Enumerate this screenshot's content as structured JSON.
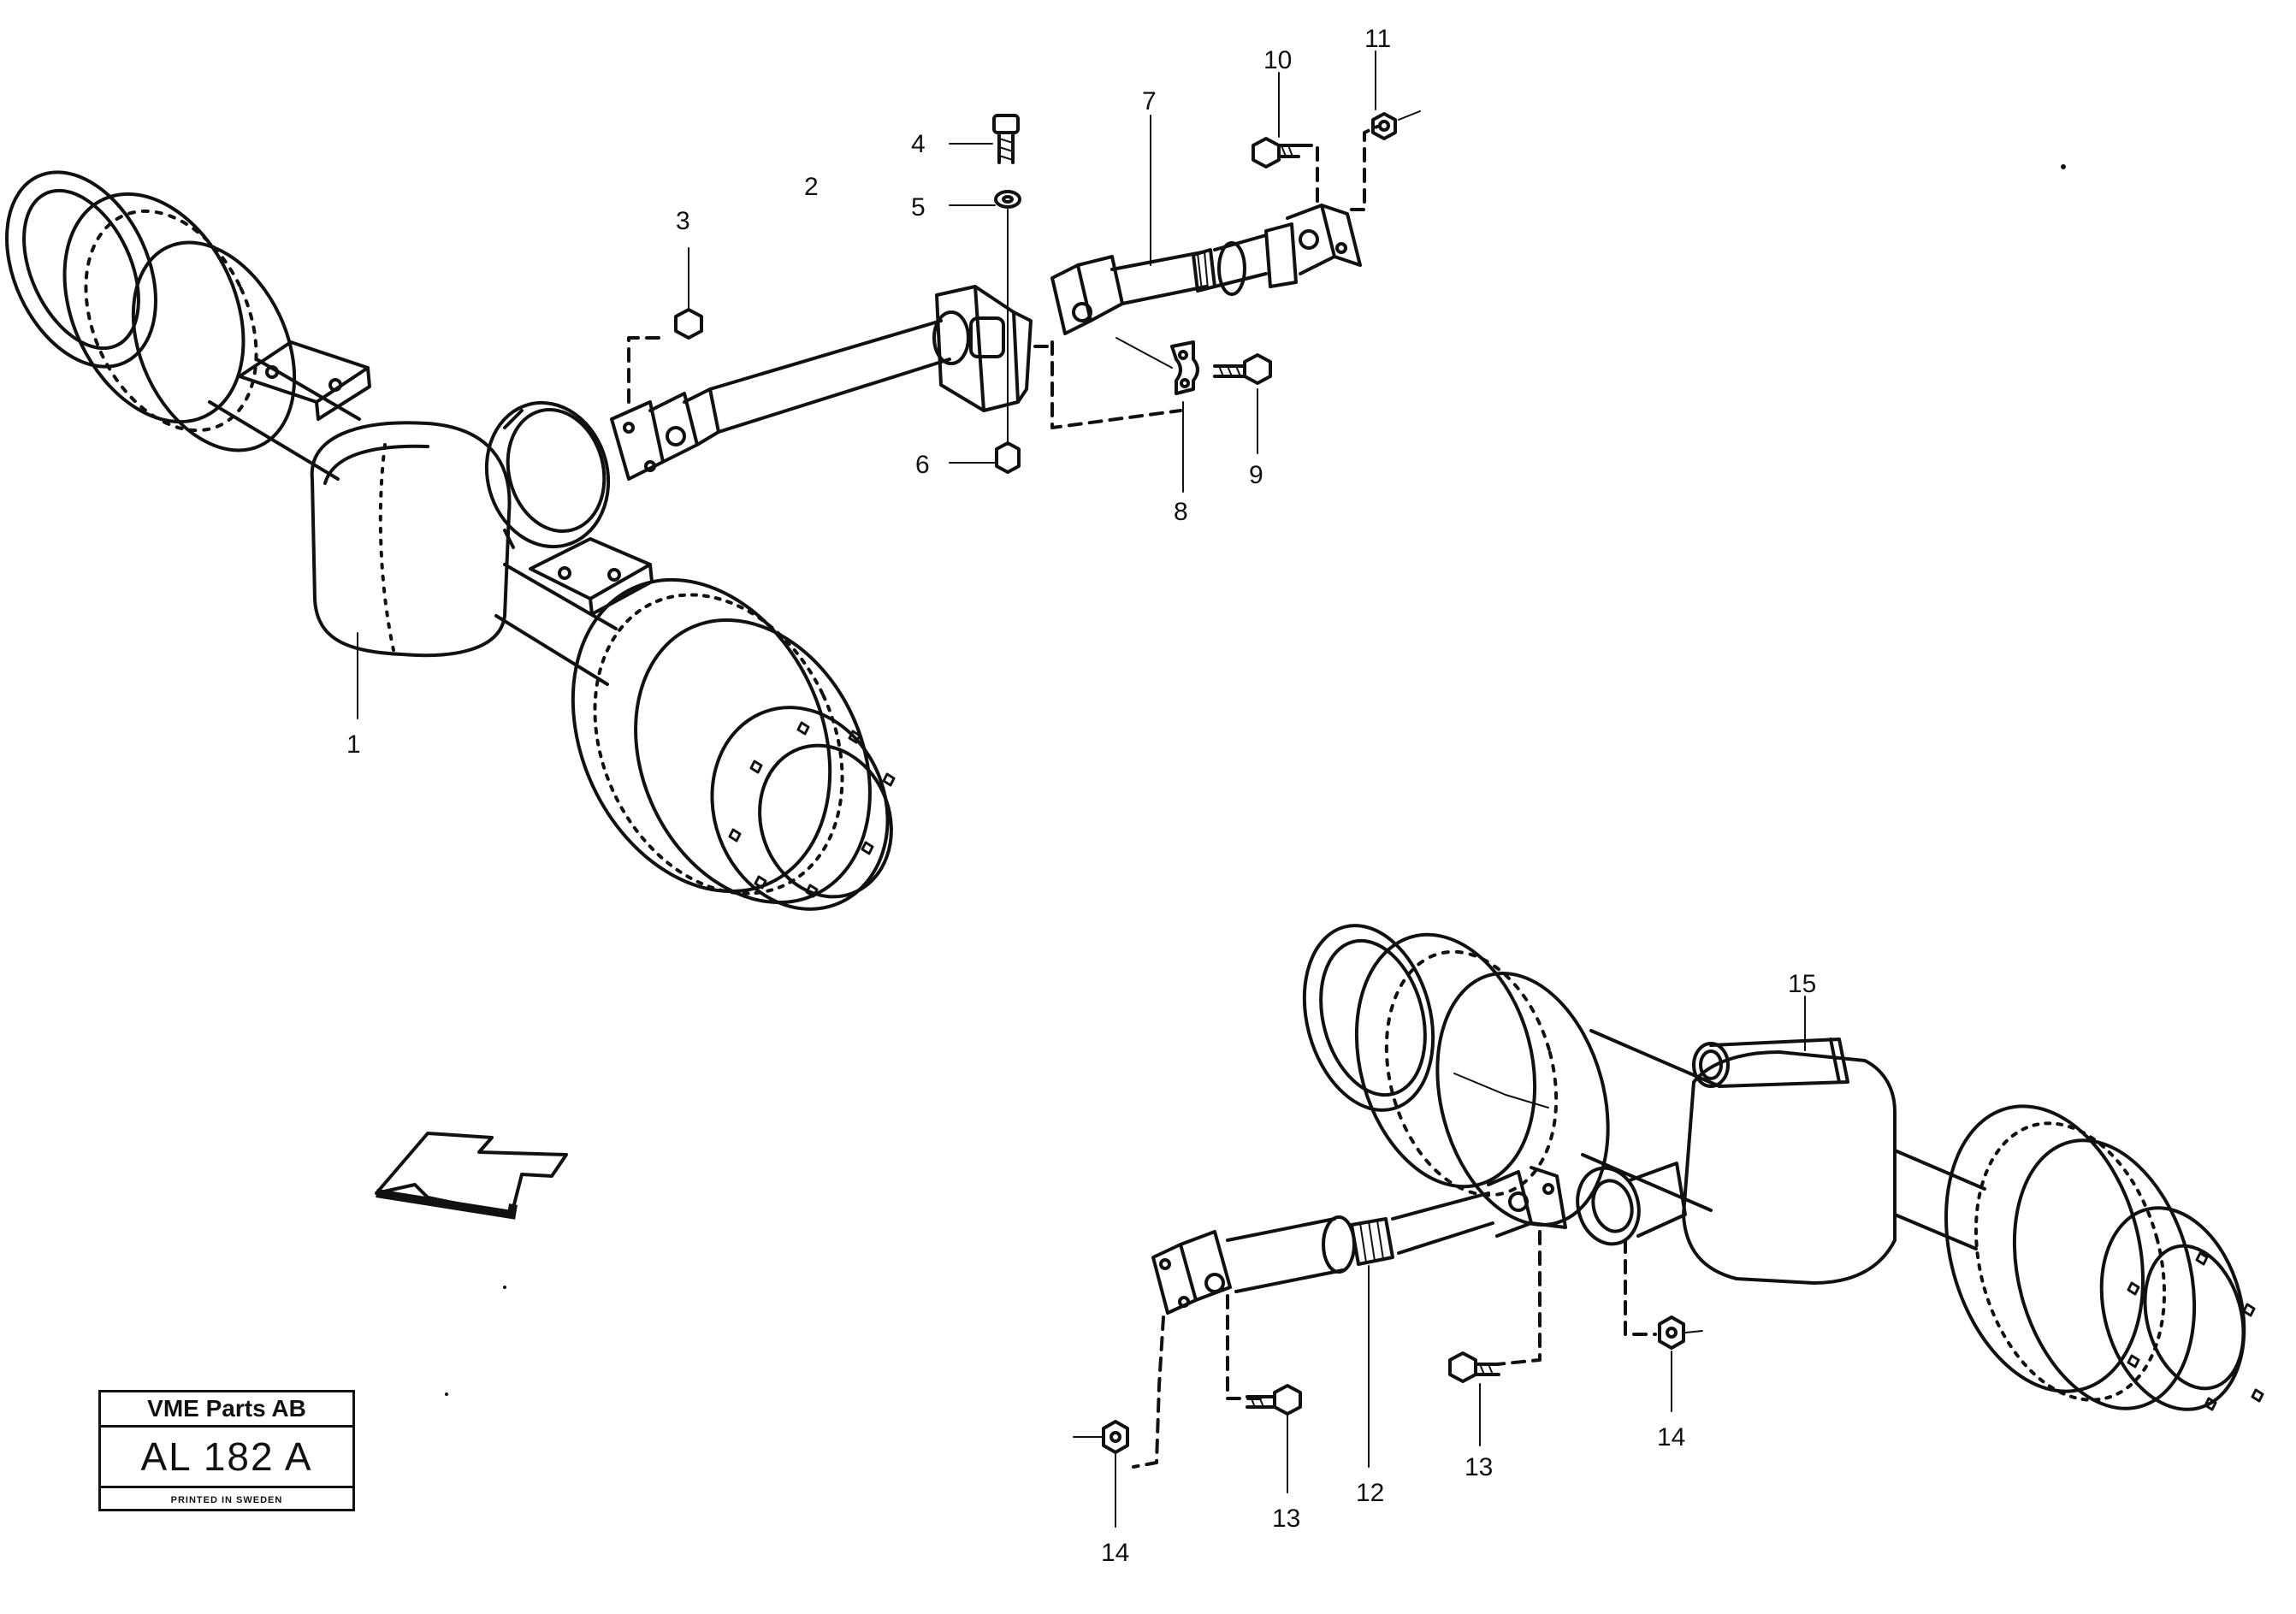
{
  "callouts": {
    "c1": "1",
    "c2": "2",
    "c3": "3",
    "c4": "4",
    "c5": "5",
    "c6": "6",
    "c7": "7",
    "c8": "8",
    "c9": "9",
    "c10": "10",
    "c11": "11",
    "c12": "12",
    "c13a": "13",
    "c13b": "13",
    "c14a": "14",
    "c14b": "14",
    "c15": "15"
  },
  "title_block": {
    "company": "VME Parts AB",
    "drawing_code": "AL 182 A",
    "printed": "PRINTED IN SWEDEN"
  },
  "icons": [
    "direction-arrow-icon"
  ]
}
